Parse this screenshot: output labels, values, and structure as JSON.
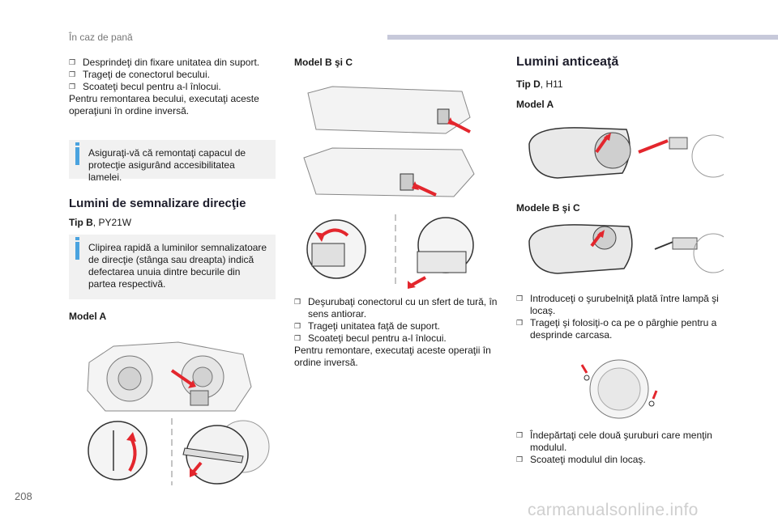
{
  "header": {
    "section": "În caz de pană"
  },
  "page_number": "208",
  "watermark": "carmanualsonline.info",
  "left": {
    "steps": [
      "Desprindeţi din fixare unitatea din suport.",
      "Trageţi de conectorul becului.",
      "Scoateţi becul pentru a-l înlocui."
    ],
    "para": "Pentru remontarea becului, executaţi aceste operaţiuni în ordine inversă.",
    "note1": "Asiguraţi-vă că remontaţi capacul de protecţie asigurând accesibilitatea lamelei.",
    "heading": "Lumini de semnalizare direcţie",
    "tip_label": "Tip B",
    "tip_value": ", PY21W",
    "note2": "Clipirea rapidă a luminilor semnalizatoare de direcţie (stânga sau dreapta) indică defectarea unuia dintre becurile din partea respectivă.",
    "model_label": "Model A"
  },
  "middle": {
    "model_label": "Model B şi C",
    "steps": [
      "Deşurubaţi conectorul cu un sfert de tură, în sens antiorar.",
      "Trageţi unitatea faţă de suport.",
      "Scoateţi becul pentru a-l înlocui."
    ],
    "para": "Pentru remontare, executaţi aceste operaţii în ordine inversă."
  },
  "right": {
    "heading": "Lumini anticeaţă",
    "tip_label": "Tip D",
    "tip_value": ", H11",
    "model_a": "Model A",
    "model_bc": "Modele B şi C",
    "steps1": [
      "Introduceţi o şurubelniţă plată între lampă şi locaş.",
      "Trageţi şi folosiţi-o ca pe o pârghie pentru a desprinde carcasa."
    ],
    "steps2": [
      "Îndepărtaţi cele două şuruburi care menţin modulul.",
      "Scoateţi modulul din locaş."
    ]
  },
  "colors": {
    "accent_blue": "#4aa3df",
    "arrow_red": "#e3262d",
    "header_bar": "#c7c9da",
    "note_bg": "#f1f1f1"
  }
}
